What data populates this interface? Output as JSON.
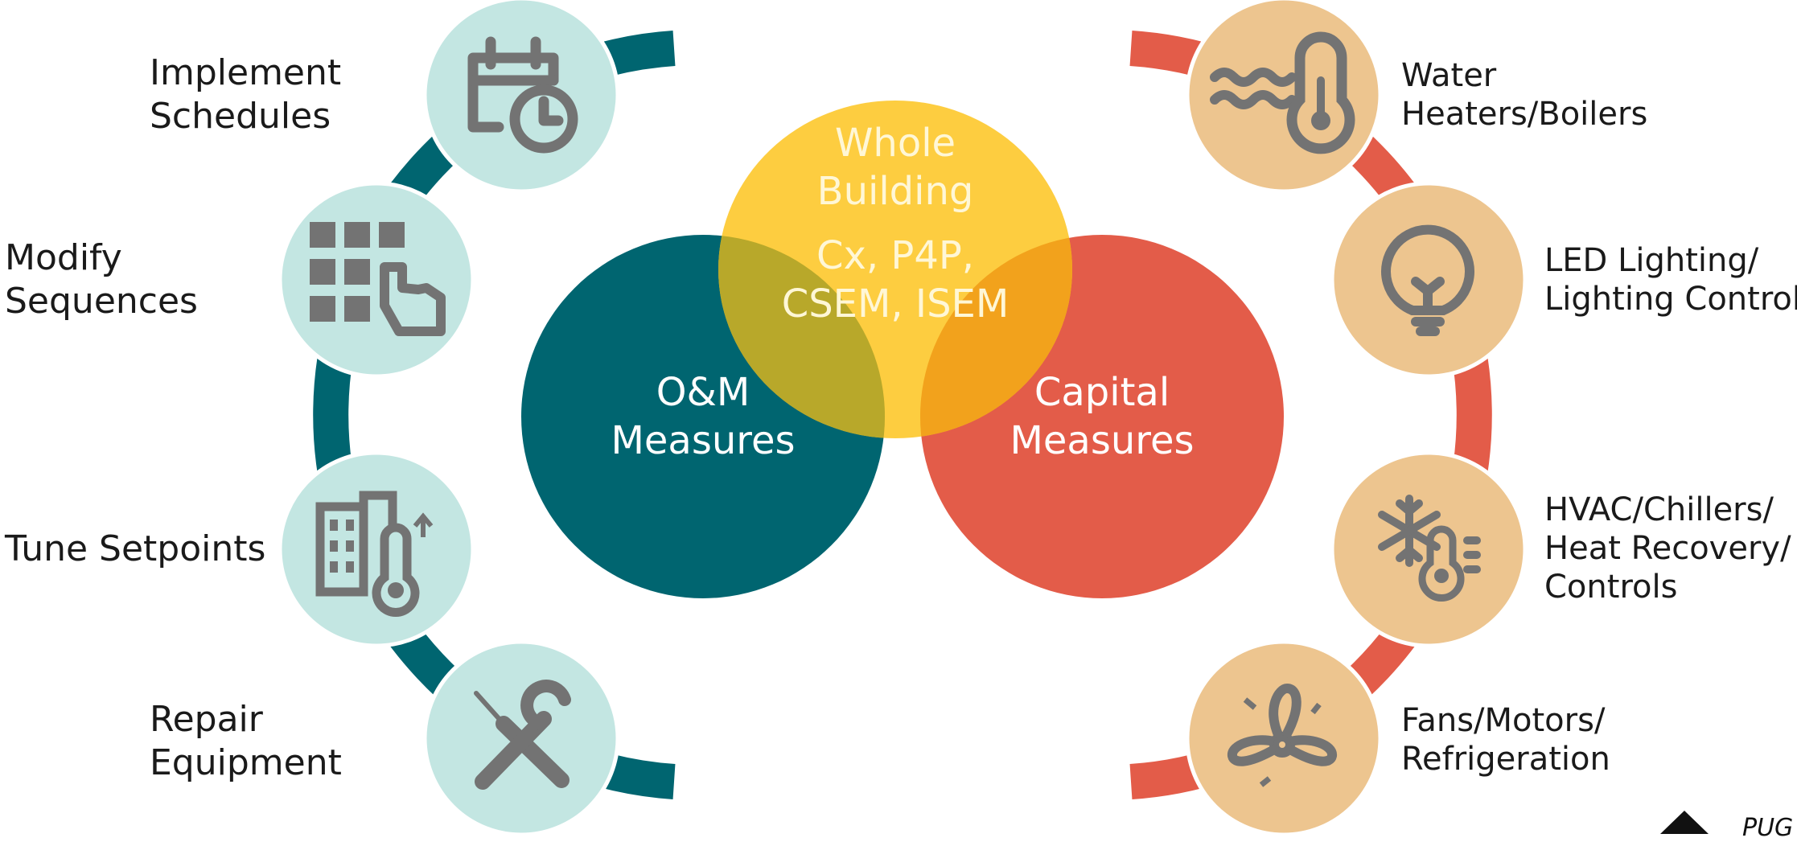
{
  "venn": {
    "om_lines": [
      "O&M",
      "Measures"
    ],
    "capital_lines": [
      "Capital",
      "Measures"
    ],
    "whole_lines": [
      "Whole",
      "Building"
    ],
    "programs_lines": [
      "Cx, P4P,",
      "CSEM, ISEM"
    ]
  },
  "left_items": [
    {
      "lines": [
        "Implement",
        "Schedules"
      ],
      "icon": "calendar-clock-icon"
    },
    {
      "lines": [
        "Modify",
        "Sequences"
      ],
      "icon": "touch-grid-icon"
    },
    {
      "lines": [
        "Tune Setpoints"
      ],
      "icon": "building-thermometer-icon"
    },
    {
      "lines": [
        "Repair",
        "Equipment"
      ],
      "icon": "wrench-screwdriver-icon"
    }
  ],
  "right_items": [
    {
      "lines": [
        "Water",
        "Heaters/Boilers"
      ],
      "icon": "water-thermometer-icon"
    },
    {
      "lines": [
        "LED Lighting/",
        "Lighting Controls"
      ],
      "icon": "lightbulb-icon"
    },
    {
      "lines": [
        "HVAC/Chillers/",
        "Heat Recovery/",
        "Controls"
      ],
      "icon": "snowflake-thermometer-icon"
    },
    {
      "lines": [
        "Fans/Motors/",
        "Refrigeration"
      ],
      "icon": "fan-icon"
    }
  ],
  "brand": {
    "partial_text": "PUG"
  },
  "colors": {
    "teal": "#006570",
    "coral": "#e35c49",
    "yellow": "#fdc930",
    "left_bubble": "#c3e6e2",
    "right_bubble": "#edc58f",
    "icon_gray": "#737373"
  }
}
